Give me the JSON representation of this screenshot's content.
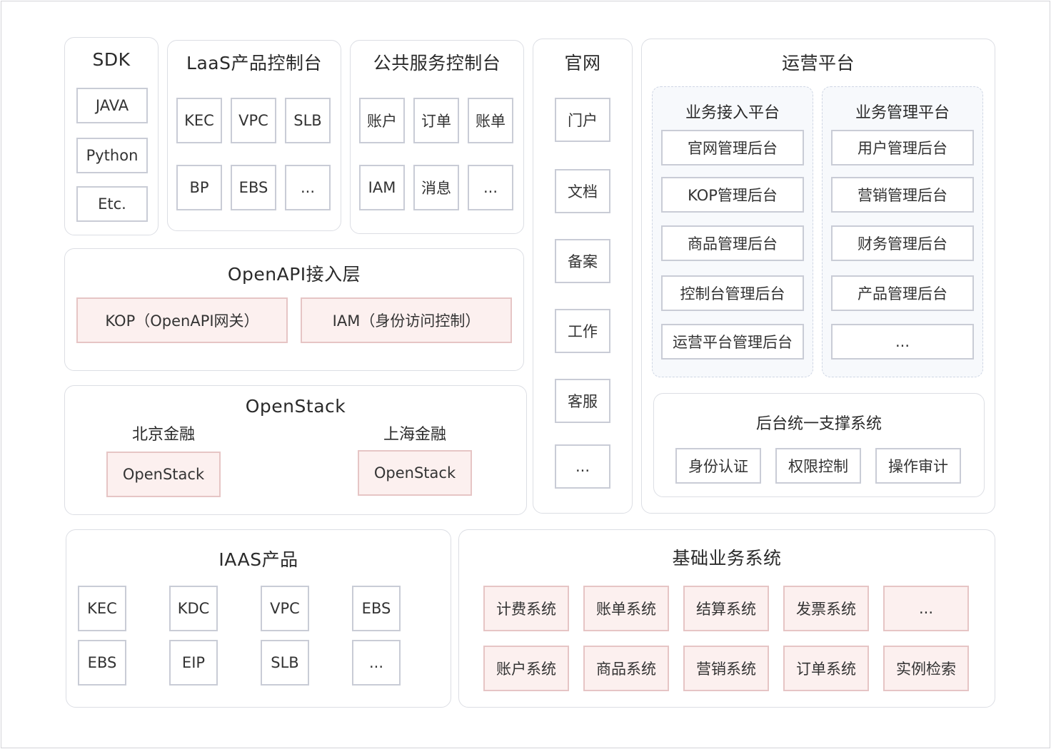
{
  "sdk": {
    "title": "SDK",
    "items": [
      "JAVA",
      "Python",
      "Etc."
    ]
  },
  "laas": {
    "title": "LaaS产品控制台",
    "items": [
      "KEC",
      "VPC",
      "SLB",
      "BP",
      "EBS",
      "..."
    ]
  },
  "public_service": {
    "title": "公共服务控制台",
    "items": [
      "账户",
      "订单",
      "账单",
      "IAM",
      "消息",
      "..."
    ]
  },
  "website": {
    "title": "官网",
    "items": [
      "门户",
      "文档",
      "备案",
      "工作",
      "客服",
      "..."
    ]
  },
  "ops_platform": {
    "title": "运营平台",
    "access": {
      "title": "业务接入平台",
      "items": [
        "官网管理后台",
        "KOP管理后台",
        "商品管理后台",
        "控制台管理后台",
        "运营平台管理后台"
      ]
    },
    "management": {
      "title": "业务管理平台",
      "items": [
        "用户管理后台",
        "营销管理后台",
        "财务管理后台",
        "产品管理后台",
        "..."
      ]
    },
    "support": {
      "title": "后台统一支撑系统",
      "items": [
        "身份认证",
        "权限控制",
        "操作审计"
      ]
    }
  },
  "openapi": {
    "title": "OpenAPI接入层",
    "items": [
      "KOP（OpenAPI网关）",
      "IAM（身份访问控制）"
    ]
  },
  "openstack": {
    "title": "OpenStack",
    "regions": [
      {
        "name": "北京金融",
        "item": "OpenStack"
      },
      {
        "name": "上海金融",
        "item": "OpenStack"
      }
    ]
  },
  "iaas": {
    "title": "IAAS产品",
    "items": [
      "KEC",
      "KDC",
      "VPC",
      "EBS",
      "EBS",
      "EIP",
      "SLB",
      "..."
    ]
  },
  "base_business": {
    "title": "基础业务系统",
    "items": [
      "计费系统",
      "账单系统",
      "结算系统",
      "发票系统",
      "...",
      "账户系统",
      "商品系统",
      "营销系统",
      "订单系统",
      "实例检索"
    ]
  }
}
